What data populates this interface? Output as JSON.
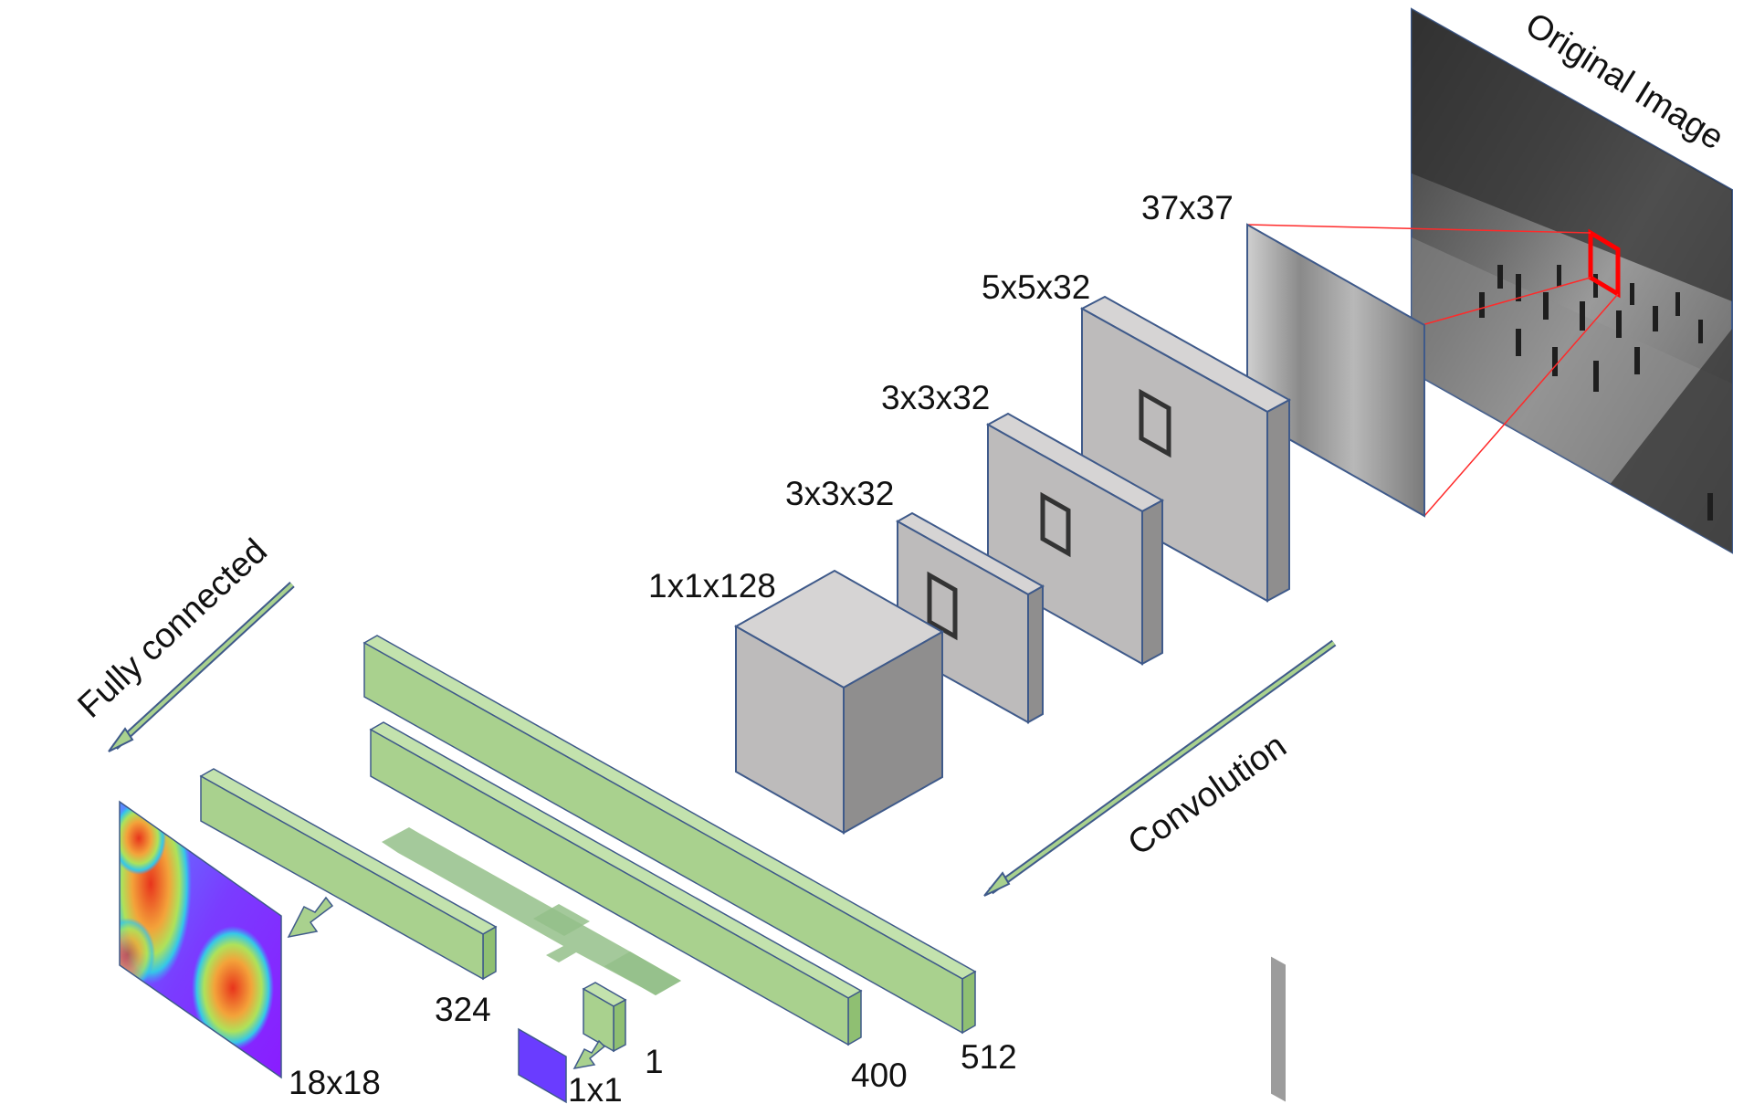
{
  "labels": {
    "original_image": "Original Image",
    "crop_size": "37x37",
    "conv1": "5x5x32",
    "conv2": "3x3x32",
    "conv3": "3x3x32",
    "conv4": "1x1x128",
    "convolution": "Convolution",
    "fully_connected": "Fully connected",
    "fc1": "512",
    "fc2": "400",
    "fc3": "324",
    "fc4": "1",
    "density_map": "18x18",
    "count_output": "1x1"
  },
  "colors": {
    "conv_face": "#bdbbbb",
    "conv_side": "#8f8e8e",
    "conv_top": "#d6d4d4",
    "outline": "#3f5a8a",
    "fc_fill": "#a9d18e",
    "fc_dark": "#8fbf72",
    "connector": "#94c08a",
    "arrow": "#a9d18e",
    "crop_highlight": "#ff0000",
    "count_output": "#6a3cff"
  }
}
